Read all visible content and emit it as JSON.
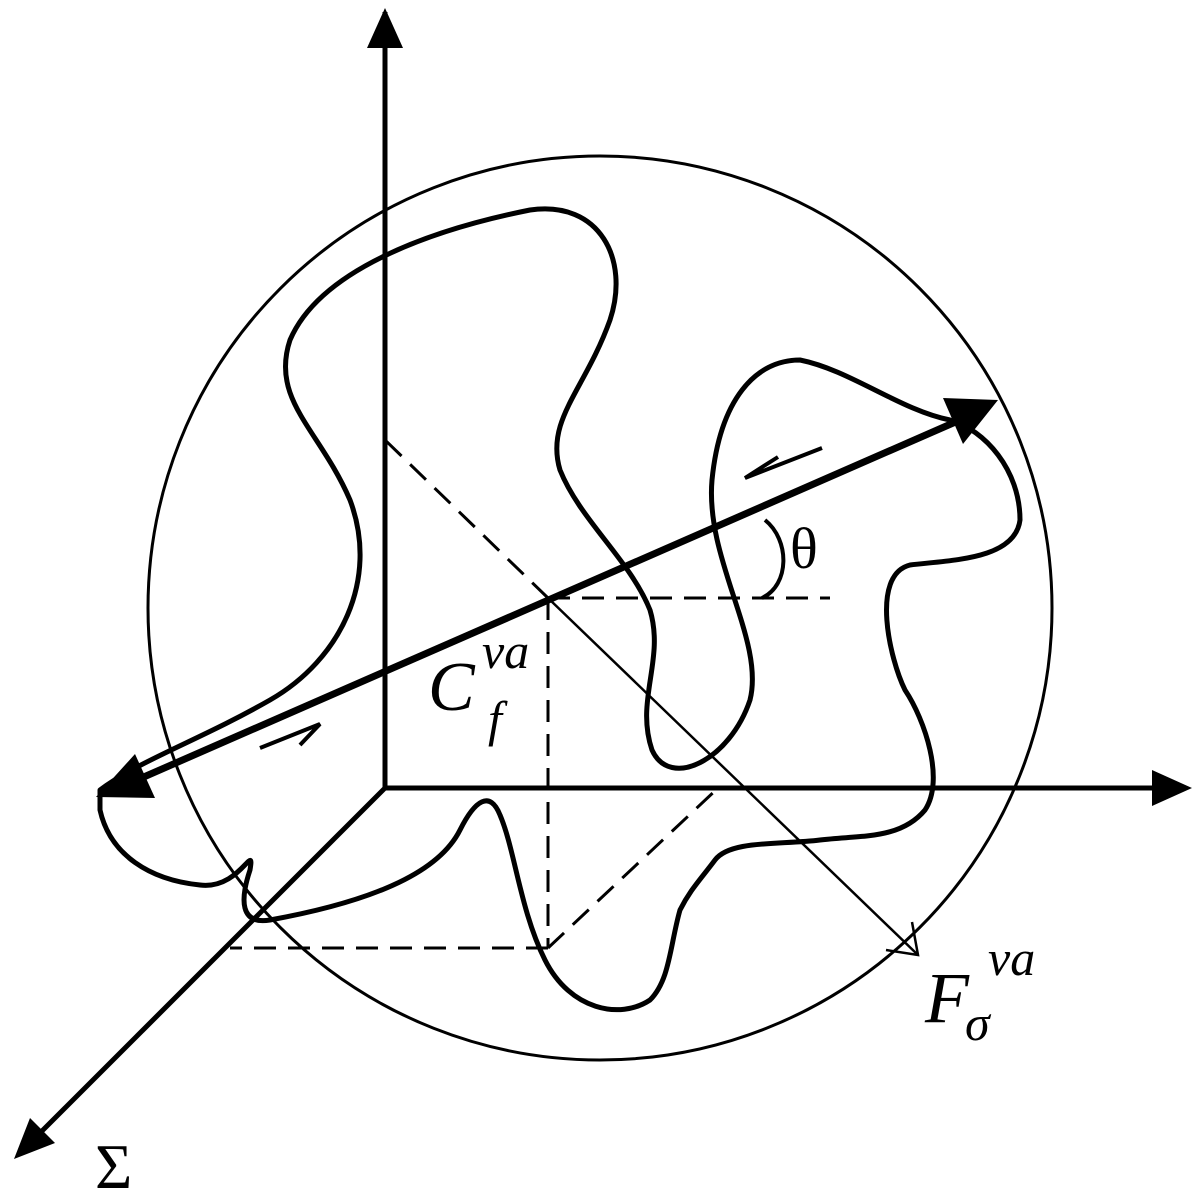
{
  "labels": {
    "sigma_axis": "Σ",
    "theta": "θ",
    "center": {
      "base": "C",
      "superscript": "va",
      "subscript": "f"
    },
    "radius": {
      "base": "F",
      "superscript": "va",
      "subscript": "σ"
    }
  },
  "colors": {
    "stroke": "#000000",
    "background": "#ffffff"
  }
}
